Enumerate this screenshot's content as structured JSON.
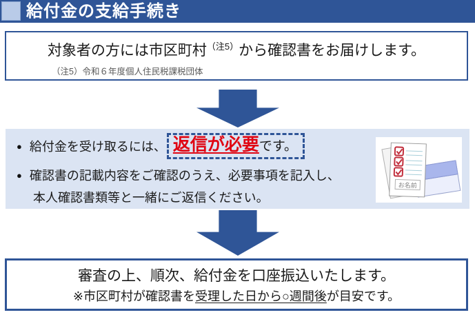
{
  "colors": {
    "accent_blue": "#2f5597",
    "box2_background": "#dbe4f3",
    "highlight_red": "#e00613",
    "footnote_gray": "#595959",
    "header_square_blue": "#b9cbe8"
  },
  "header": {
    "title": "給付金の支給手続き"
  },
  "flow": {
    "step1": {
      "text_prefix": "対象者の方には市区町村",
      "note_ref": "（注5）",
      "text_suffix": "から確認書をお届けします。",
      "footnote": "（注5）令和６年度個人住民税課税団体"
    },
    "step2": {
      "bullet_glyph": "●",
      "bullet1_prefix": "給付金を受け取るには、",
      "bullet1_highlight": "返信が必要",
      "bullet1_suffix": "です。",
      "bullet2_line1": "確認書の記載内容をご確認のうえ、必要事項を記入し、",
      "bullet2_line2": "本人確認書類等と一緒にご返信ください。",
      "illustration_label": "お名前"
    },
    "step3": {
      "line1": "審査の上、順次、給付金を口座振込いたします。",
      "line2_prefix": "※市区町村が確認書を",
      "line2_underlined": "受理した日から○週間後",
      "line2_suffix": "が目安です。"
    }
  }
}
